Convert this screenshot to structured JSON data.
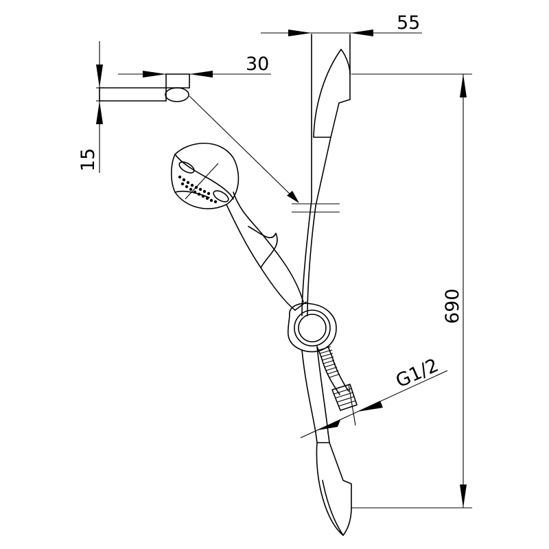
{
  "drawing": {
    "dimensions": {
      "bar_width": "55",
      "arm_length": "30",
      "arm_thickness": "15",
      "bar_height": "690",
      "thread": "G1/2"
    }
  }
}
